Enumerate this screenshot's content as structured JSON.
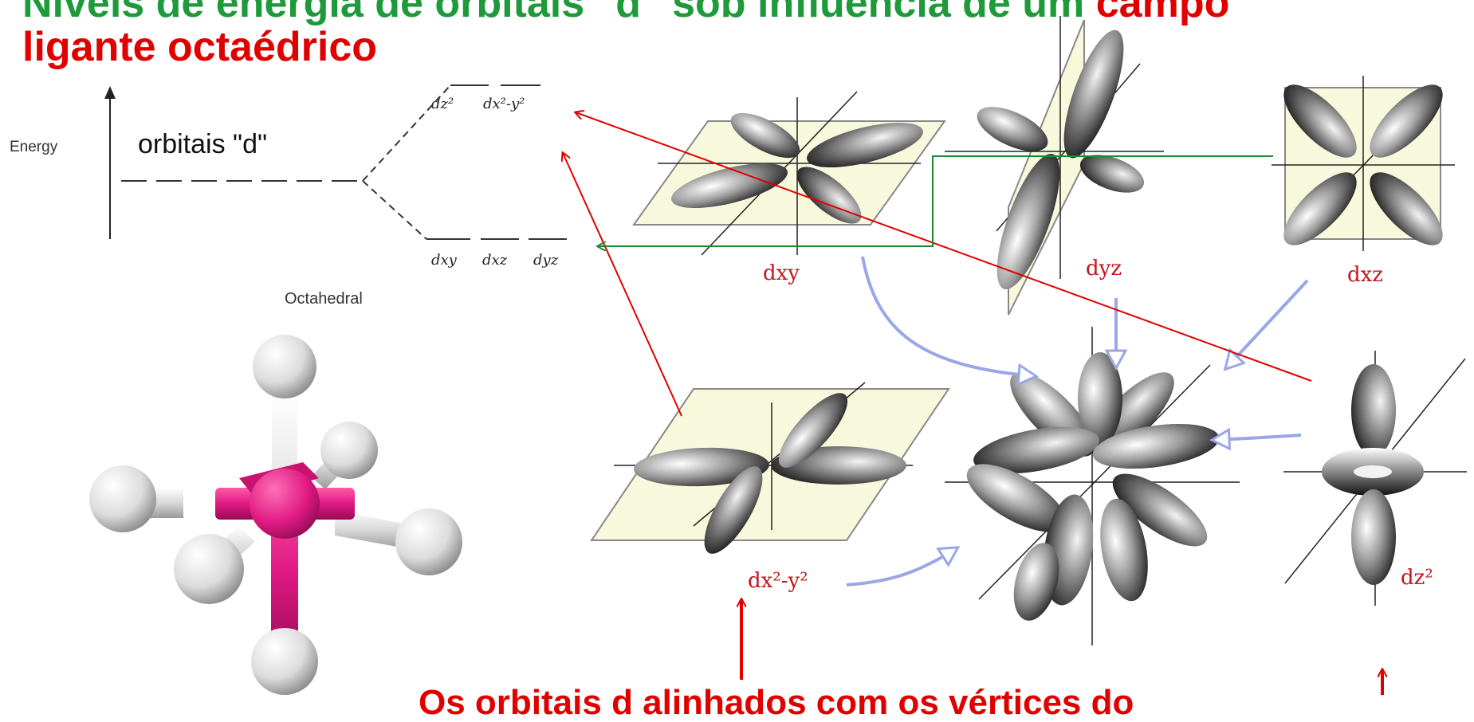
{
  "title": {
    "line1_green": "Níveis de energia de orbitais \"d\" sob influência de um",
    "line1_red": "campo",
    "line2": "ligante octaédrico"
  },
  "energy_diagram": {
    "axis_label": "Energy",
    "group_label": "orbitais \"d\"",
    "geometry_label": "Octahedral",
    "upper_levels": [
      "dz²",
      "dx²-y²"
    ],
    "lower_levels": [
      "dxy",
      "dxz",
      "dyz"
    ]
  },
  "orbital_labels": {
    "dxy": "dxy",
    "dyz": "dyz",
    "dxz": "dxz",
    "dx2y2": "dx²-y²",
    "dz2": "dz²"
  },
  "bottom_caption": "Os orbitais d alinhados com os vértices do",
  "colors": {
    "title_green": "#1e9a3a",
    "title_red": "#e00000",
    "annotation_red": "#e00000",
    "annotation_green": "#1a8a2a",
    "flow_arrow": "#9aa6e6",
    "plane_fill": "#f8f8dc",
    "atom_center": "#e01a84",
    "atom_ligand": "#e4e4e4"
  }
}
